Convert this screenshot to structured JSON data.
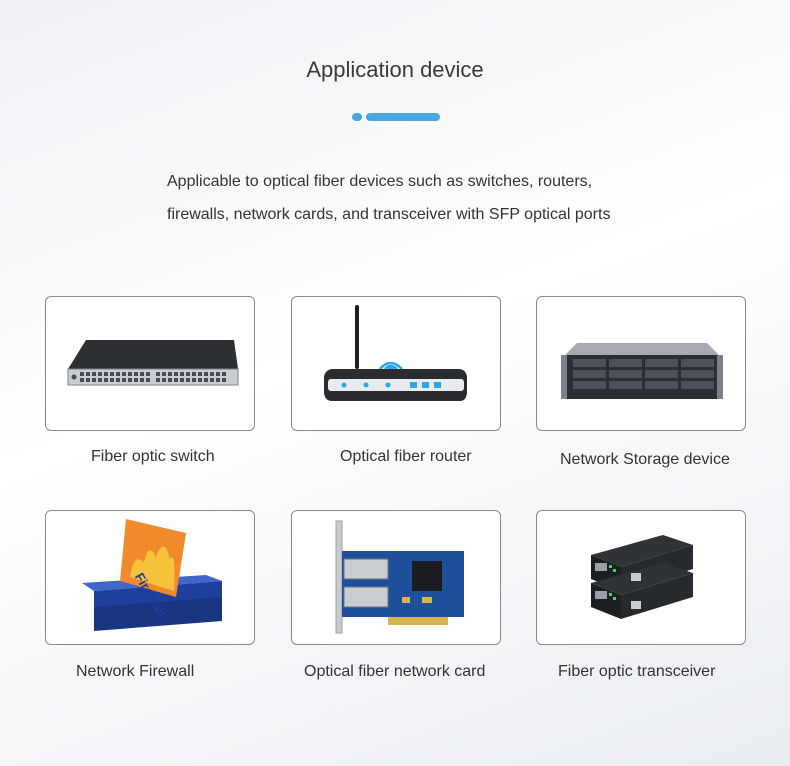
{
  "header": {
    "title": "Application device",
    "accent_color": "#4aa6e0"
  },
  "description": {
    "line1": "Applicable to optical fiber devices such as switches, routers,",
    "line2": "firewalls, network cards, and transceiver with SFP optical ports"
  },
  "devices": [
    {
      "label": "Fiber optic switch",
      "icon": "switch-icon"
    },
    {
      "label": "Optical fiber router",
      "icon": "router-icon"
    },
    {
      "label": "Network Storage device",
      "icon": "storage-server-icon"
    },
    {
      "label": "Network Firewall",
      "icon": "firewall-icon",
      "image_text": "Firewall"
    },
    {
      "label": "Optical fiber network card",
      "icon": "network-card-icon"
    },
    {
      "label": "Fiber optic transceiver",
      "icon": "media-converter-icon"
    }
  ]
}
